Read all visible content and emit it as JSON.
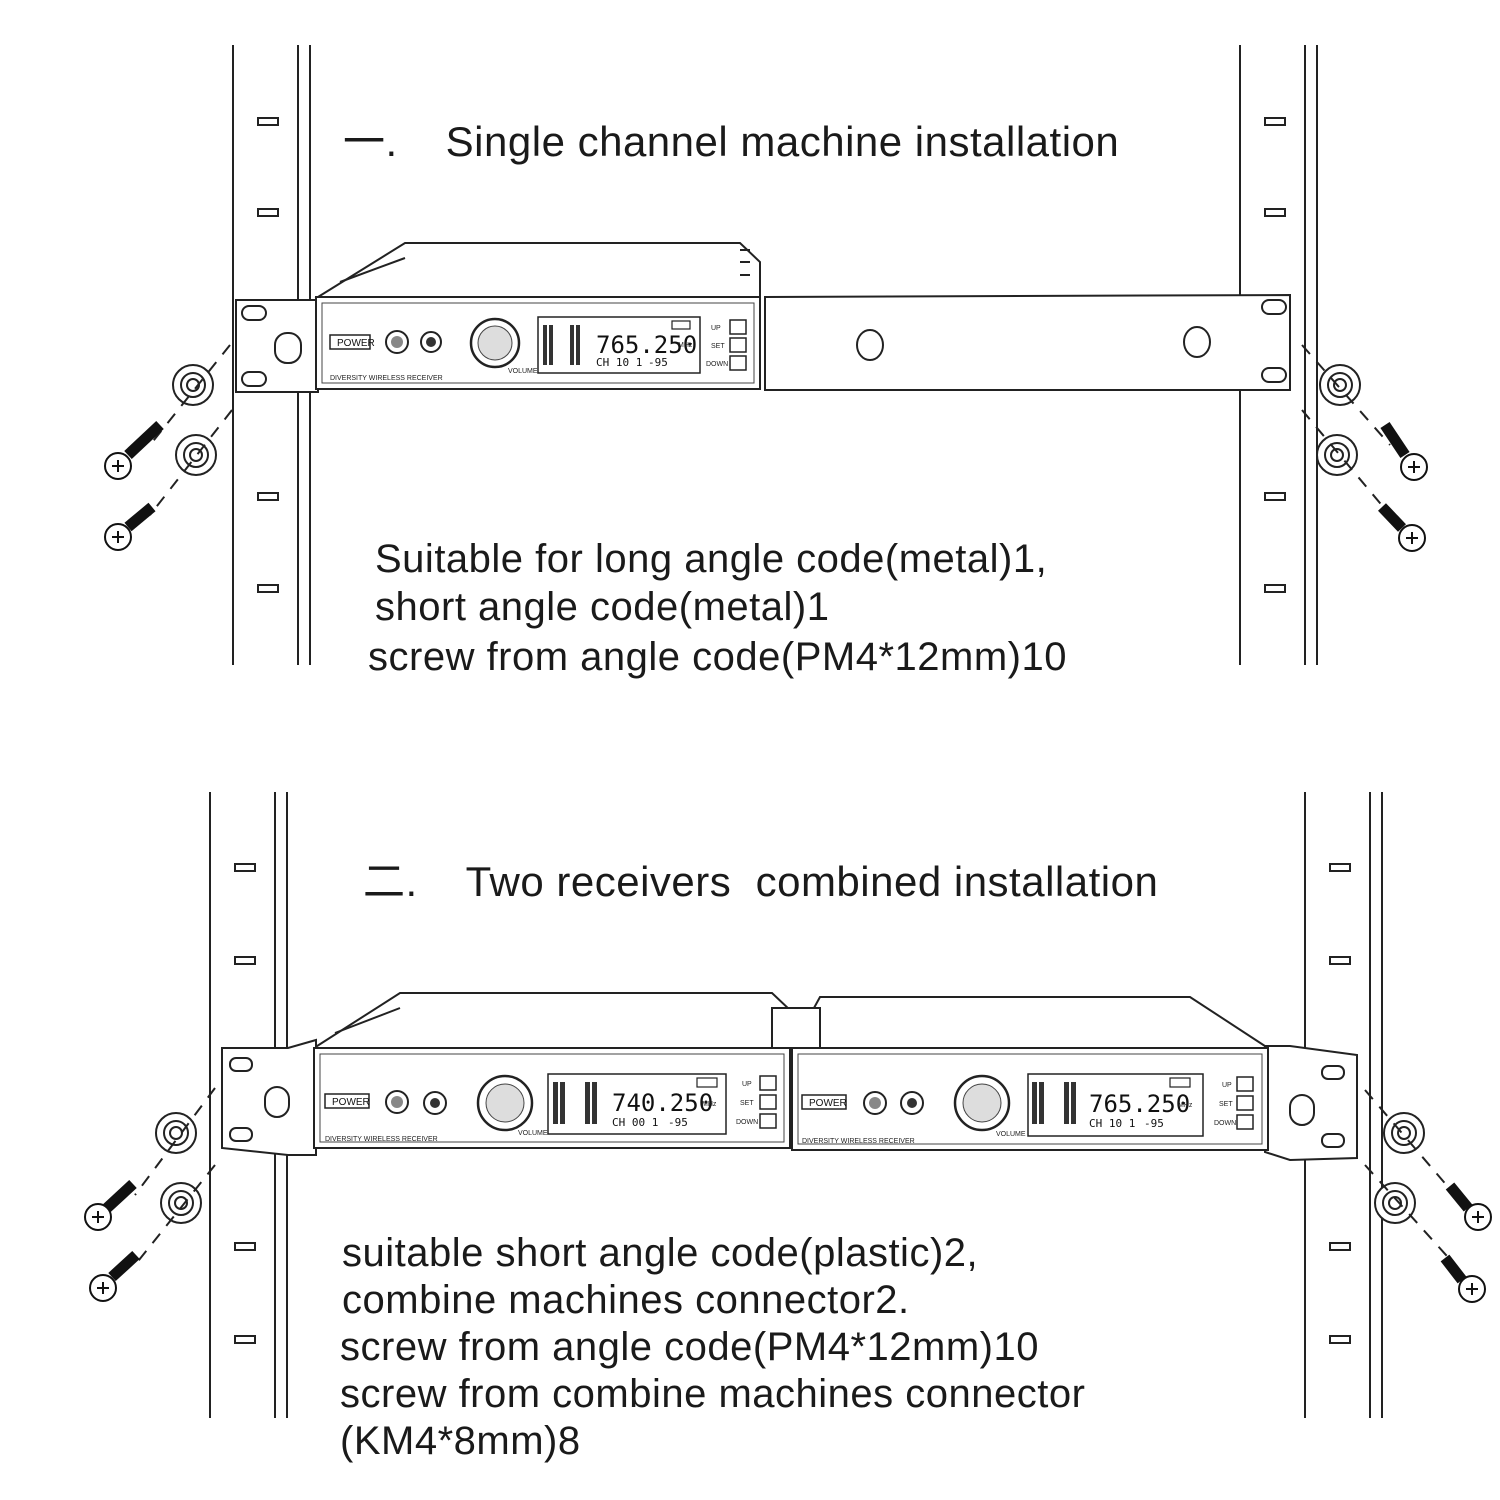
{
  "section1": {
    "number": "一.",
    "title": "Single channel machine installation",
    "notes": [
      "Suitable for long angle code(metal)1,",
      "short angle code(metal)1",
      "screw from angle code(PM4*12mm)10"
    ],
    "receiver": {
      "power_label": "POWER",
      "brand_text": "DIVERSITY WIRELESS RECEIVER",
      "frequency": "765.250",
      "freq_unit": "MHz",
      "channel": "CH 10 1",
      "level": "-95",
      "buttons": [
        "UP",
        "SET",
        "DOWN"
      ],
      "volume_label": "VOLUME"
    }
  },
  "section2": {
    "number": "二.",
    "title": "Two receivers  combined installation",
    "notes": [
      "suitable short angle code(plastic)2,",
      "combine machines connector2.",
      "screw from angle code(PM4*12mm)10",
      "screw from combine machines connector",
      "(KM4*8mm)8"
    ],
    "receivers": [
      {
        "power_label": "POWER",
        "brand_text": "DIVERSITY WIRELESS RECEIVER",
        "frequency": "740.250",
        "freq_unit": "MHz",
        "channel": "CH 00 1",
        "level": "-95",
        "buttons": [
          "UP",
          "SET",
          "DOWN"
        ],
        "volume_label": "VOLUME"
      },
      {
        "power_label": "POWER",
        "brand_text": "DIVERSITY WIRELESS RECEIVER",
        "frequency": "765.250",
        "freq_unit": "MHz",
        "channel": "CH 10 1",
        "level": "-95",
        "buttons": [
          "UP",
          "SET",
          "DOWN"
        ],
        "volume_label": "VOLUME"
      }
    ]
  }
}
